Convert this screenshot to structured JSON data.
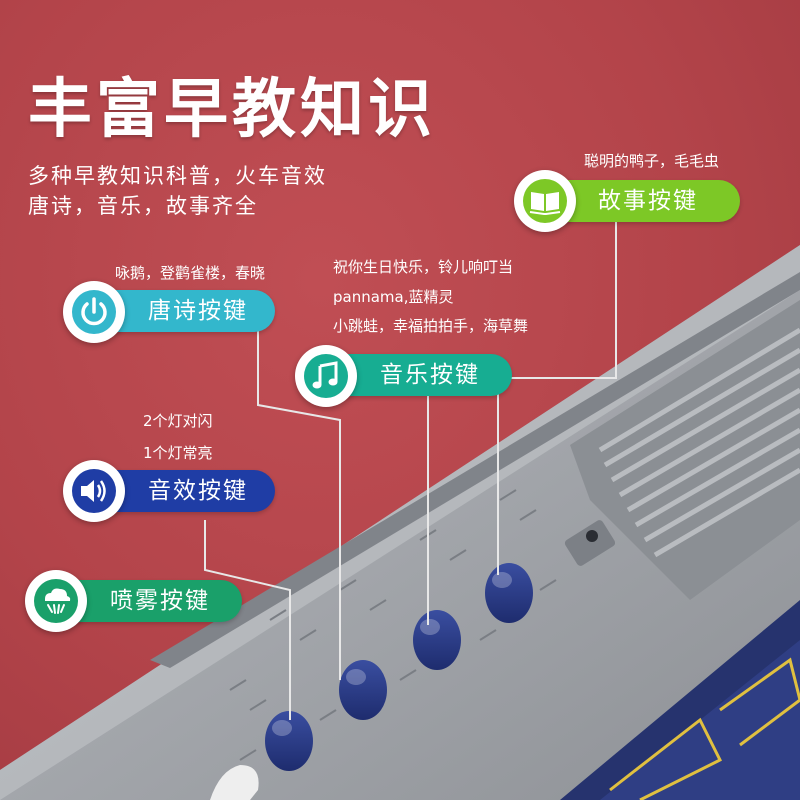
{
  "header": {
    "title": "丰富早教知识",
    "subtitle_line1": "多种早教知识科普，火车音效",
    "subtitle_line2": "唐诗，音乐，故事齐全"
  },
  "story": {
    "note": "聪明的鸭子，毛毛虫",
    "label": "故事按键",
    "color": "#7dc826",
    "icon": "book-icon"
  },
  "poem": {
    "note": "咏鹅，登鹳雀楼，春晓",
    "label": "唐诗按键",
    "color": "#33b7cc",
    "icon": "power-icon"
  },
  "music": {
    "note_line1": "祝你生日快乐，铃儿响叮当",
    "note_line2": "pannama,蓝精灵",
    "note_line3": "小跳蛙，幸福拍拍手，海草舞",
    "label": "音乐按键",
    "color": "#17ad92",
    "icon": "music-note-icon"
  },
  "sound": {
    "note_line1": "2个灯对闪",
    "note_line2": "1个灯常亮",
    "label": "音效按键",
    "color": "#1f3da5",
    "icon": "speaker-icon"
  },
  "spray": {
    "label": "喷雾按键",
    "color": "#1aa06a",
    "icon": "spray-cloud-icon"
  }
}
